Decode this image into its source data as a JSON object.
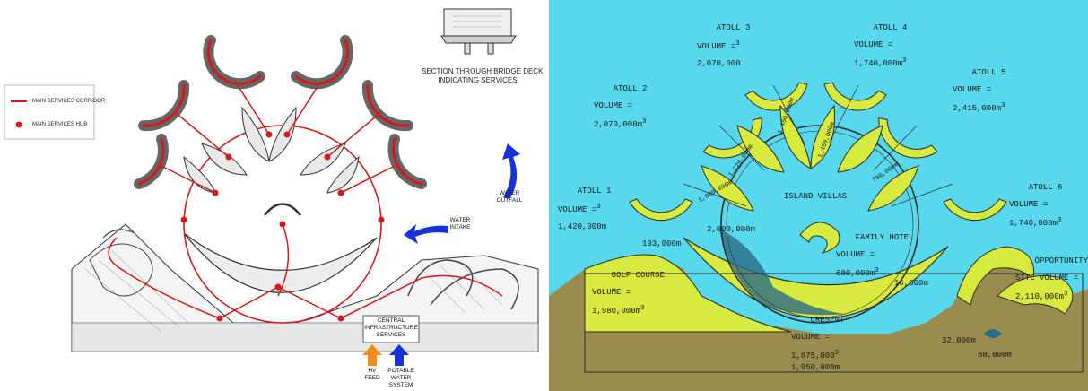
{
  "left": {
    "legend": {
      "corridor_label": "MAIN SERVICES CORRIDOR",
      "hub_label": "MAIN SERVICES HUB"
    },
    "section_caption_line1": "SECTION THROUGH BRIDGE DECK",
    "section_caption_line2": "INDICATING SERVICES",
    "labels": {
      "water_outfall_1": "WATER",
      "water_outfall_2": "OUTFALL",
      "water_intake_1": "WATER",
      "water_intake_2": "INTAKE",
      "central_1": "CENTRAL",
      "central_2": "INFRASTRUCTURE",
      "central_3": "SERVICES",
      "hv_1": "HV",
      "hv_2": "FEED",
      "potable_1": "POTABLE",
      "potable_2": "WATER",
      "potable_3": "SYSTEM"
    },
    "colors": {
      "corridor": "#d81b1b",
      "hv_arrow": "#f28a1e",
      "water_arrow": "#1733d8"
    }
  },
  "right": {
    "atolls": [
      {
        "name": "ATOLL 1",
        "volume_label": "VOLUME =",
        "volume": "1,420,000m",
        "sup": "3"
      },
      {
        "name": "ATOLL 2",
        "volume_label": "VOLUME =",
        "volume": "2,070,000m",
        "sup": "3"
      },
      {
        "name": "ATOLL 3",
        "volume_label": "VOLUME =",
        "volume": "2,070,000",
        "sup": "3"
      },
      {
        "name": "ATOLL 4",
        "volume_label": "VOLUME =",
        "volume": "1,740,000m",
        "sup": "3"
      },
      {
        "name": "ATOLL 5",
        "volume_label": "VOLUME =",
        "volume": "2,415,000m",
        "sup": "3"
      },
      {
        "name": "ATOLL 6",
        "volume_label": "VOLUME =",
        "volume": "1,740,000m",
        "sup": "3"
      }
    ],
    "island_villas": "ISLAND VILLAS",
    "villa_volumes": [
      "1,450,000m",
      "1,450,000m",
      "1,220,000m",
      "790,000m",
      "1,000,000m"
    ],
    "family_hotel": {
      "name": "FAMILY HOTEL",
      "volume": "VOLUME =",
      "value": "680,000m",
      "sup": "3"
    },
    "golf_course": {
      "name": "GOLF COURSE",
      "volume": "VOLUME =",
      "value": "1,980,000m",
      "sup": "3"
    },
    "crescent": {
      "name": "CRESENT",
      "volume": "VOLUME =",
      "value": "1,675,000",
      "sup": "3"
    },
    "opportunity": {
      "name": "OPPORTUNITY",
      "volume": "SITE VOLUME =",
      "value": "2,110,000m",
      "sup": "3"
    },
    "other_volumes": {
      "v193": "193,000m",
      "v2m": "2,000,000m",
      "v16": "16,000m",
      "v32": "32,000m",
      "v88": "88,000m",
      "v1950": "1,950,000m"
    },
    "colors": {
      "sea": "#57d8ec",
      "land": "#d6ea3f",
      "ground": "#9a8b4e",
      "outline": "#2c2c2c"
    }
  }
}
